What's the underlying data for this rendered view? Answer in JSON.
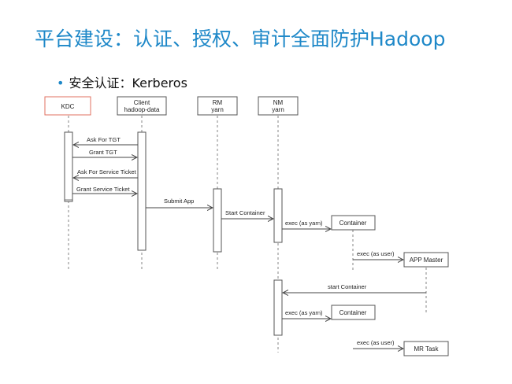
{
  "slide": {
    "title": "平台建设：认证、授权、审计全面防护Hadoop",
    "bullet": "安全认证：Kerberos"
  },
  "colors": {
    "title": "#1e88c8",
    "kdc_border": "#e07060",
    "line": "#444444"
  },
  "diagram": {
    "participants": {
      "kdc": [
        "KDC"
      ],
      "client": [
        "Client",
        "hadoop-data"
      ],
      "rm": [
        "RM",
        "yarn"
      ],
      "nm": [
        "NM",
        "yarn"
      ]
    },
    "boxes": {
      "container1": "Container",
      "app_master": "APP Master",
      "container2": "Container",
      "mr_task": "MR Task"
    },
    "messages": {
      "ask_tgt": "Ask For TGT",
      "grant_tgt": "Grant TGT",
      "ask_service_ticket": "Ask For Service Ticket",
      "grant_service_ticket": "Grant Service Ticket",
      "submit_app": "Submit App",
      "start_container_rm": "Start Container",
      "exec_yarn_1": "exec (as yarn)",
      "exec_user_1": "exec (as user)",
      "start_container_am": "start Container",
      "exec_yarn_2": "exec (as yarn)",
      "exec_user_2": "exec (as user)"
    }
  }
}
